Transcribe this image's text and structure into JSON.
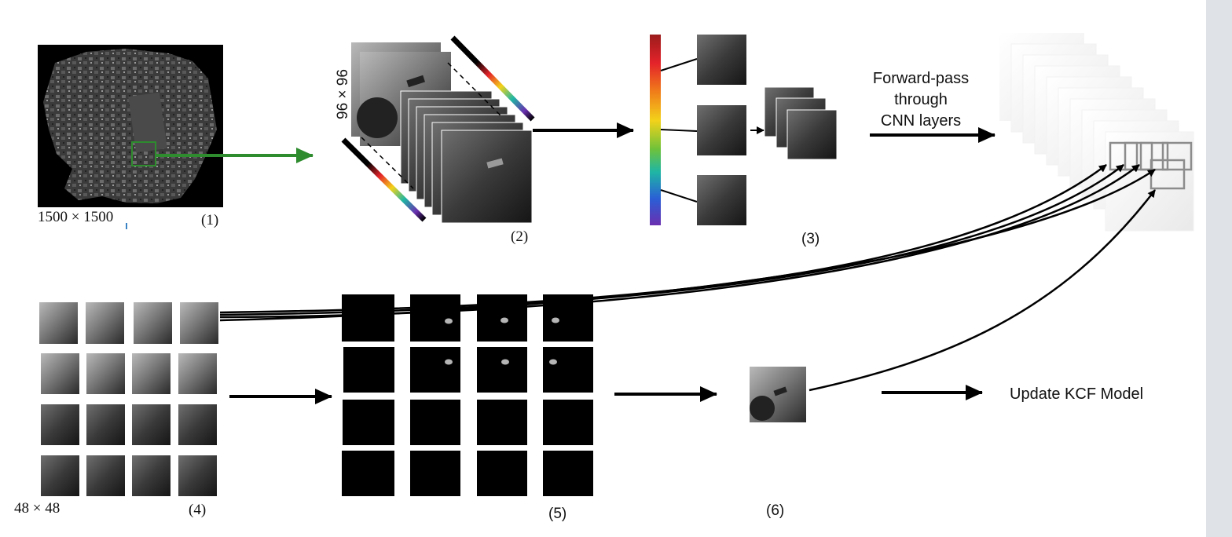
{
  "labels": {
    "dim_1500": "1500  × 1500",
    "step_1": "(1)",
    "dim_96": "96 × 96",
    "step_2": "(2)",
    "step_3": "(3)",
    "forward_pass": [
      "Forward-pass",
      "through",
      "CNN layers"
    ],
    "dim_48": "48 × 48",
    "step_4": "(4)",
    "step_5": "(5)",
    "step_6": "(6)",
    "update_kcf": "Update KCF Model"
  },
  "colors": {
    "highlight_box": "#2e8b2e",
    "arrow": "#000000",
    "feature_box": "#8c8c8c",
    "spectrum": [
      "#9b1c1c",
      "#e4232a",
      "#f07d1a",
      "#f3d21a",
      "#6fc23a",
      "#1fb6a4",
      "#2a5fd6",
      "#6a2fb0"
    ]
  },
  "icons": {
    "scrollbar": "vertical-scrollbar"
  }
}
